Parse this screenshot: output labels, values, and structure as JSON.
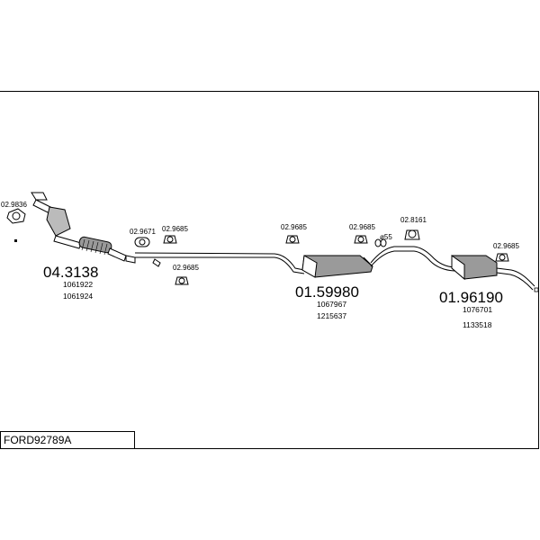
{
  "diagram": {
    "code": "FORD92789A",
    "parts": [
      {
        "number": "04.3138",
        "refs": [
          "1061922",
          "1061924"
        ]
      },
      {
        "number": "01.59980",
        "refs": [
          "1067967",
          "1215637"
        ]
      },
      {
        "number": "01.96190",
        "refs": [
          "1076701",
          "1133518"
        ]
      }
    ],
    "accessories": [
      "02.9836",
      "02.9671",
      "02.9685",
      "02.9685",
      "02.9685",
      "02.9685",
      "02.8161",
      "02.9685"
    ],
    "gasket_label": "ø55"
  },
  "colors": {
    "line": "#000000",
    "shade": "#9a9a9a",
    "background": "#ffffff"
  }
}
